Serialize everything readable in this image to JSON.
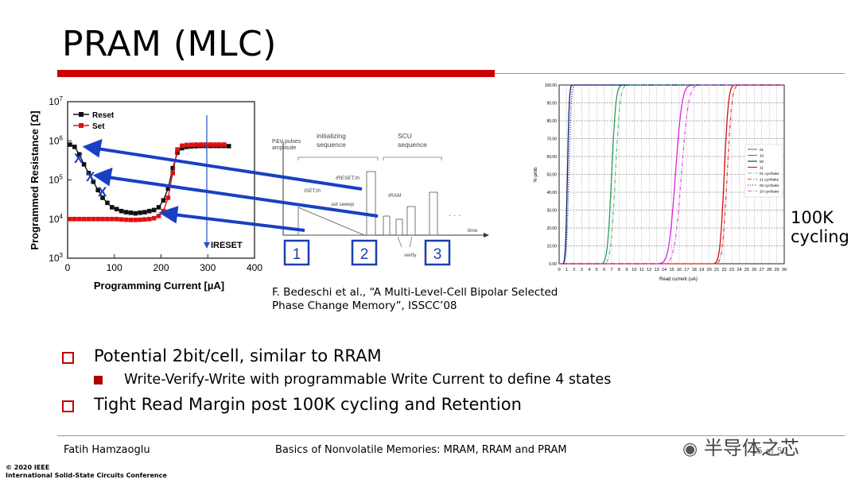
{
  "slide": {
    "title": "PRAM (MLC)",
    "citation_line1": "F. Bedeschi et al., “A Multi-Level-Cell Bipolar Selected",
    "citation_line2": "Phase Change Memory”, ISSCC’08",
    "annotation_line1": "100K",
    "annotation_line2": "cycling",
    "bullets": [
      "Potential 2bit/cell, similar to RRAM",
      "Write-Verify-Write with programmable Write Current to define 4 states",
      "Tight Read Margin post 100K cycling and Retention"
    ],
    "footer_author": "Fatih Hamzaoglu",
    "footer_course": "Basics of Nonvolatile Memories: MRAM, RRAM and PRAM",
    "footer_page": "15 of 50",
    "copyright_line1": "© 2020 IEEE",
    "copyright_line2": "International Solid-State Circuits Conference",
    "watermark": "半导体之芯",
    "colors": {
      "accent": "#cc0000",
      "arrow": "#1a3fc4",
      "box": "#1a3fb0"
    }
  },
  "chart_data": [
    {
      "type": "line",
      "xlabel": "Programming Current [µA]",
      "ylabel": "Programmed Resistance [Ω]",
      "xlim": [
        0,
        400
      ],
      "ylim": [
        1000,
        10000000
      ],
      "yscale": "log",
      "xticks": [
        "0",
        "100",
        "200",
        "300",
        "400"
      ],
      "yticks": [
        "10^3",
        "10^4",
        "10^5",
        "10^6",
        "10^7"
      ],
      "annotation": "IRESET",
      "annotation_x": 300,
      "series": [
        {
          "name": "Reset",
          "color": "#111111",
          "x": [
            5,
            15,
            25,
            35,
            45,
            55,
            65,
            75,
            85,
            95,
            105,
            115,
            125,
            135,
            145,
            155,
            165,
            175,
            185,
            195,
            205,
            215,
            225,
            235,
            245,
            255,
            265,
            275,
            285,
            295,
            305,
            315,
            325,
            335,
            345
          ],
          "y": [
            800000,
            700000,
            450000,
            250000,
            150000,
            90000,
            55000,
            35000,
            26000,
            20000,
            18000,
            16000,
            15000,
            14500,
            14000,
            14500,
            15000,
            16000,
            17000,
            20000,
            30000,
            60000,
            200000,
            500000,
            650000,
            700000,
            720000,
            730000,
            740000,
            740000,
            740000,
            740000,
            740000,
            740000,
            730000
          ]
        },
        {
          "name": "Set",
          "color": "#e01010",
          "x": [
            5,
            15,
            25,
            35,
            45,
            55,
            65,
            75,
            85,
            95,
            105,
            115,
            125,
            135,
            145,
            155,
            165,
            175,
            185,
            195,
            205,
            215,
            225,
            235,
            245,
            255,
            265,
            275,
            285,
            295,
            305,
            315,
            325,
            335
          ],
          "y": [
            10000,
            10000,
            10000,
            10000,
            10000,
            10000,
            10000,
            10000,
            10000,
            10000,
            10000,
            9800,
            9600,
            9500,
            9500,
            9600,
            9800,
            10000,
            10500,
            12000,
            16000,
            35000,
            150000,
            600000,
            750000,
            780000,
            790000,
            800000,
            800000,
            800000,
            800000,
            800000,
            800000,
            800000
          ]
        }
      ]
    },
    {
      "type": "line",
      "xlabel": "Read current (uA)",
      "ylabel": "% prob",
      "xlim": [
        0,
        30
      ],
      "ylim": [
        0,
        100
      ],
      "xticks": [
        "0",
        "1",
        "2",
        "3",
        "4",
        "5",
        "6",
        "7",
        "8",
        "9",
        "10",
        "11",
        "12",
        "13",
        "14",
        "15",
        "16",
        "17",
        "18",
        "19",
        "20",
        "21",
        "22",
        "23",
        "24",
        "25",
        "26",
        "27",
        "28",
        "29",
        "30"
      ],
      "yticks": [
        "0.00",
        "10.00",
        "20.00",
        "30.00",
        "40.00",
        "50.00",
        "60.00",
        "70.00",
        "80.00",
        "90.00",
        "100.00"
      ],
      "series": [
        {
          "name": "01",
          "color": "#2e9a5c",
          "dash": "solid",
          "mu": 7.0,
          "sigma": 0.45
        },
        {
          "name": "10",
          "color": "#e020e0",
          "dash": "solid",
          "mu": 15.5,
          "sigma": 0.7
        },
        {
          "name": "00",
          "color": "#10207a",
          "dash": "solid",
          "mu": 1.1,
          "sigma": 0.2
        },
        {
          "name": "11",
          "color": "#d01010",
          "dash": "solid",
          "mu": 22.0,
          "sigma": 0.45
        },
        {
          "name": "01 cyc/bake",
          "color": "#6ac08a",
          "dash": "dashdot",
          "mu": 7.5,
          "sigma": 0.5
        },
        {
          "name": "11 cyc/bake",
          "color": "#e05050",
          "dash": "dashdot",
          "mu": 22.4,
          "sigma": 0.5
        },
        {
          "name": "00 cyc/bake",
          "color": "#10207a",
          "dash": "dot",
          "mu": 1.3,
          "sigma": 0.25
        },
        {
          "name": "10 cyc/bake",
          "color": "#e060e0",
          "dash": "dashdot",
          "mu": 16.3,
          "sigma": 0.75
        }
      ]
    }
  ],
  "schematic": {
    "ylabel_line1": "P&V pulses",
    "ylabel_line2": "amplitude",
    "init_label_line1": "initializing",
    "init_label_line2": "sequence",
    "scu_label_line1": "SCU",
    "scu_label_line2": "sequence",
    "ireset_label": "IRESET,th",
    "iset_label": "ISET,th",
    "iram_label": "IRAM",
    "sweep_label": "set sweep",
    "verify_label": "verify",
    "time_label": "time",
    "dots": ". . .",
    "step1": "1",
    "step2": "2",
    "step3": "3"
  }
}
